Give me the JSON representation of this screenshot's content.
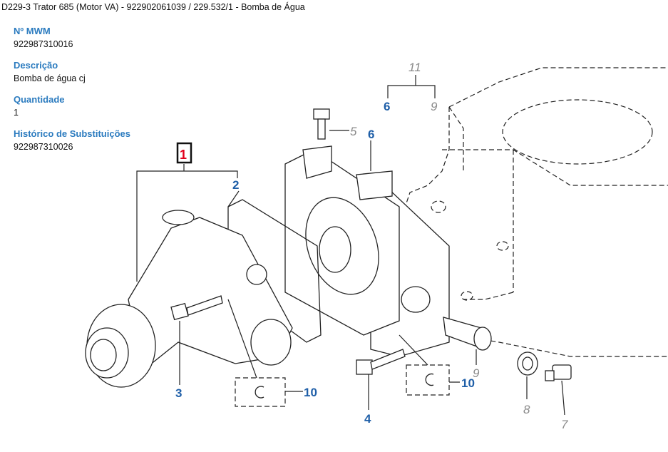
{
  "header": {
    "title": "D229-3 Trator 685 (Motor VA) - 922902061039  /  229.532/1 - Bomba de Água"
  },
  "details": [
    {
      "label": "Nº MWM",
      "value": "922987310016"
    },
    {
      "label": "Descrição",
      "value": "Bomba de água cj"
    },
    {
      "label": "Quantidade",
      "value": "1"
    },
    {
      "label": "Histórico de Substituições",
      "value": "922987310026"
    }
  ],
  "diagram": {
    "selected": "1",
    "callouts": {
      "c1": "1",
      "c2": "2",
      "c3": "3",
      "c4": "4",
      "c5": "5",
      "c6a": "6",
      "c6b": "6",
      "c7": "7",
      "c8": "8",
      "c9a": "9",
      "c9b": "9",
      "c10a": "10",
      "c10b": "10",
      "c11": "11"
    },
    "colors": {
      "selected": "#e0001b",
      "active": "#1f5fa8",
      "inactive": "#8a8a8a"
    }
  }
}
